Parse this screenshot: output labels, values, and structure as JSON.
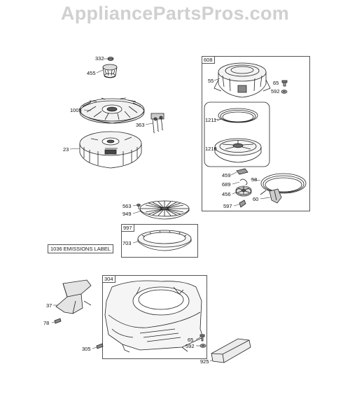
{
  "watermark": "AppliancePartsPros.com",
  "boxes": {
    "starter": "608",
    "guard": "997",
    "housing": "304"
  },
  "emissions_label": "1036 EMISSIONS LABEL",
  "parts": {
    "p332": "332",
    "p455": "455",
    "p1005": "1005",
    "p363": "363",
    "p23": "23",
    "p55": "55",
    "p65a": "65",
    "p592a": "592",
    "p1211": "1211",
    "p1210": "1210",
    "p459": "459",
    "p58": "58",
    "p689": "689",
    "p456": "456",
    "p60": "60",
    "p597": "597",
    "p563": "563",
    "p949": "949",
    "p703": "703",
    "p37": "37",
    "p78": "78",
    "p65b": "65",
    "p592b": "592",
    "p305": "305",
    "p925": "925"
  }
}
